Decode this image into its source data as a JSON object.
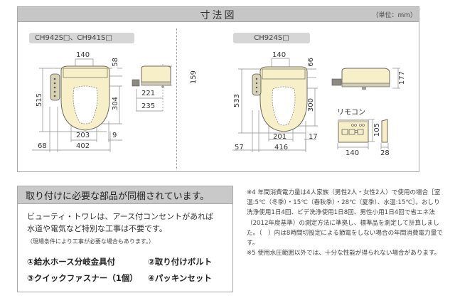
{
  "header": {
    "title": "寸法図",
    "unit": "（単位：mm）"
  },
  "left_diagram": {
    "model": "CH942S□、CH941S□",
    "dims": {
      "top_width": "140",
      "back_depth": "58",
      "total_length": "515",
      "opening_length": "304",
      "opening_width": "203",
      "front_gap": "9",
      "panel_offset": "68",
      "total_width": "402",
      "height": "159",
      "side_a": "221",
      "side_b": "235"
    }
  },
  "right_diagram": {
    "model": "CH924S□",
    "dims": {
      "top_width": "140",
      "back_depth": "66",
      "total_length": "533",
      "opening_length": "300",
      "opening_width": "201",
      "front_gap": "17",
      "panel_offset": "57",
      "total_width": "416",
      "height": "177"
    },
    "remote": {
      "label": "リモコン",
      "height": "105",
      "width": "140",
      "depth": "28"
    }
  },
  "parts": {
    "title": "取り付けに必要な部品が同梱されています。",
    "text_line1": "ビューティ・トワレは、アース付コンセントがあれば",
    "text_line2": "水道や電気など特別な工事は不要です。",
    "note": "（現場条件により工事が必要な場合もあります。）",
    "items": [
      "①給水ホース分岐金具付",
      "②取り付けボルト",
      "③クイックファスナー（1個）",
      "④パッキンセット"
    ]
  },
  "footnotes": {
    "note4": "※4 年間消費電力量は4人家族（男性2人・女性2人）で使用の場合［室温:5℃（冬季）・15℃（春秋季）・28℃（夏季）、水温:15℃］。おしり洗浄使用1日4回、ビデ洗浄使用1日8回、男性小用1日4回で省エネ法（2012年度基準）の測定方法に準拠し、標準品を測定して計算しました。（　）内は8時間切設定による節電をしない場合の年間消費電力量です。",
    "note5": "※5 使用水圧範囲以外では、十分な性能が得られない場合があります。"
  },
  "colors": {
    "seat_fill": "#f6efc8",
    "seat_stroke": "#6d6a5c",
    "header_gray": "#c6c6c6",
    "tag_gray": "#d6d6d6",
    "dim_line": "#8a8a8a"
  }
}
